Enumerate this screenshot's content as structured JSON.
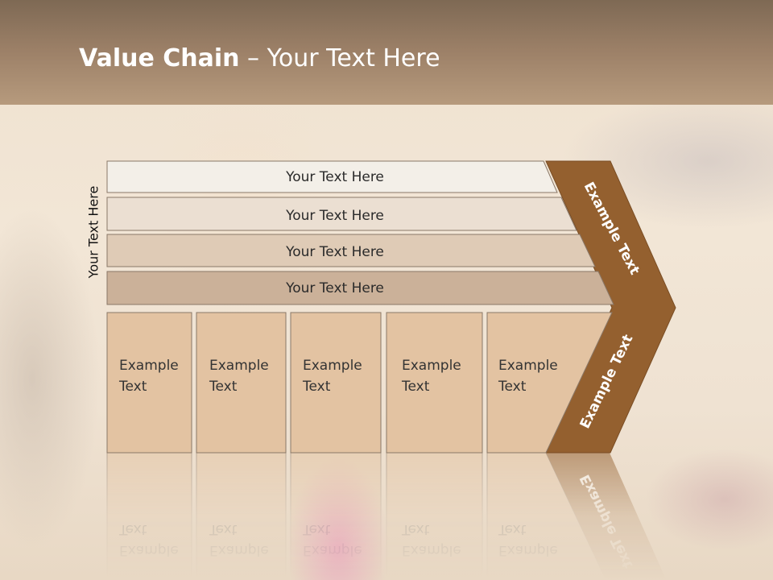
{
  "slide": {
    "title_bold": "Value Chain",
    "title_rest": " – Your Text Here",
    "side_label": "Your Text Here"
  },
  "bars": [
    {
      "label": "Your Text Here",
      "color": "#f3efe8"
    },
    {
      "label": "Your Text Here",
      "color": "#ebdfd2"
    },
    {
      "label": "Your Text Here",
      "color": "#dfcbb6"
    },
    {
      "label": "Your Text Here",
      "color": "#cbb199"
    }
  ],
  "boxes": [
    {
      "line1": "Example",
      "line2": "Text"
    },
    {
      "line1": "Example",
      "line2": "Text"
    },
    {
      "line1": "Example",
      "line2": "Text"
    },
    {
      "line1": "Example",
      "line2": "Text"
    },
    {
      "line1": "Example",
      "line2": "Text"
    }
  ],
  "chevrons": {
    "upper": "Example Text",
    "lower": "Example Text",
    "color": "#94602f"
  },
  "colors": {
    "box_fill": "#e3c3a2",
    "border": "#8a7868"
  }
}
